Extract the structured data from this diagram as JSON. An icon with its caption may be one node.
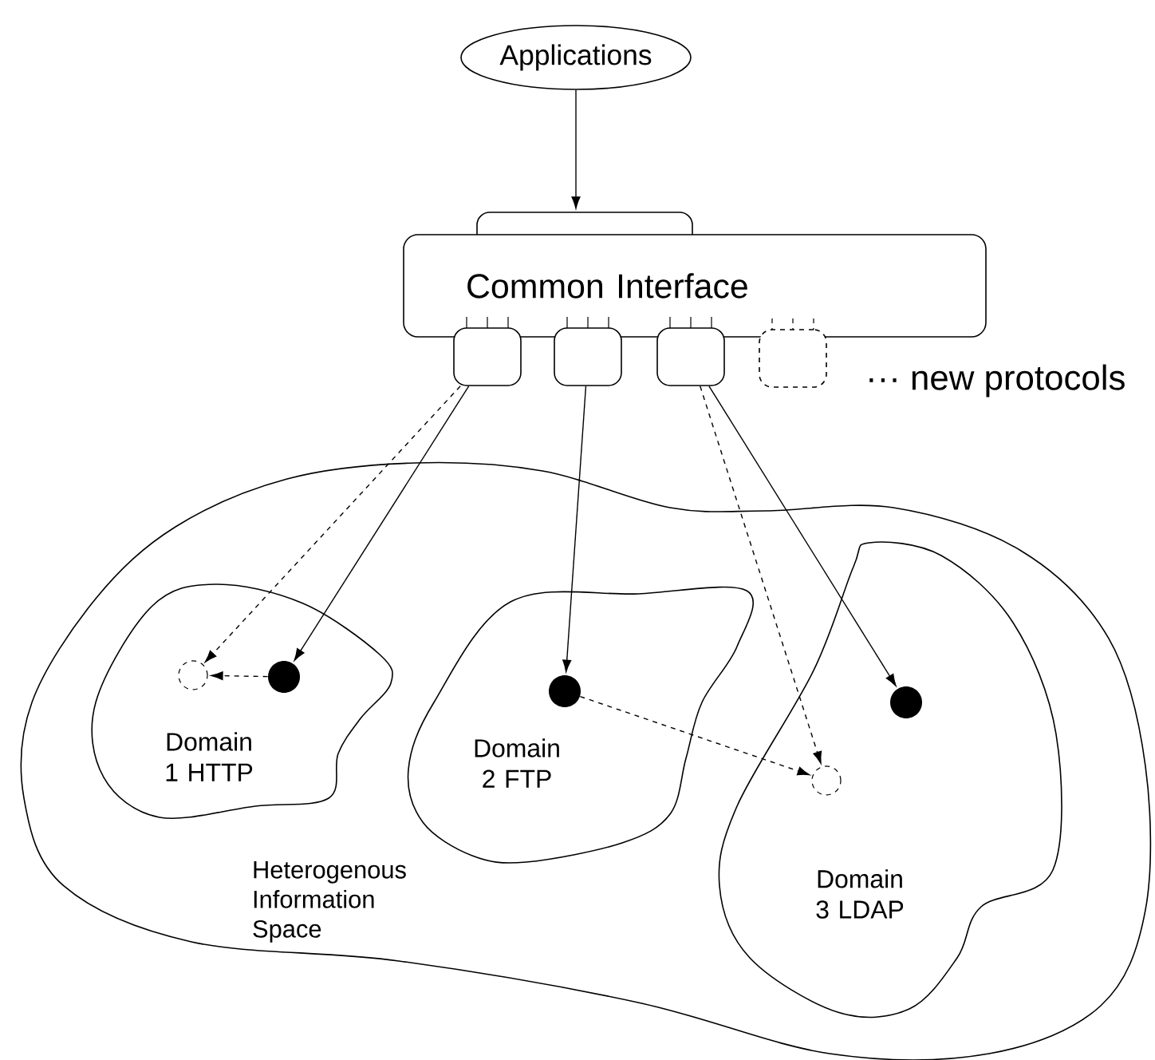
{
  "diagram": {
    "nodes": [
      {
        "text": [
          "Applications"
        ]
      },
      {
        "text": [
          "Common Interface"
        ]
      },
      {
        "text": [],
        "shape": "box"
      },
      {
        "text": [],
        "shape": "box"
      },
      {
        "text": [],
        "shape": "box"
      },
      {
        "text": [],
        "shape": "box",
        "beside": [
          "··· new protocols"
        ]
      },
      {
        "text": [
          "Heterogenous Information Space"
        ]
      },
      {
        "text": [
          "Domain 1 HTTP"
        ],
        "in": 6
      },
      {
        "text": [
          "Domain 2 FTP"
        ],
        "in": 6
      },
      {
        "text": [
          "Domain 3 LDAP"
        ],
        "in": 6
      },
      {
        "text": [],
        "shape": "circle",
        "in": 7
      },
      {
        "text": [],
        "shape": "circle",
        "in": 7
      },
      {
        "text": [],
        "shape": "circle",
        "in": 8
      },
      {
        "text": [],
        "shape": "circle",
        "in": 9
      },
      {
        "text": [],
        "shape": "circle",
        "in": 9
      }
    ],
    "edges": [
      {
        "from": 0,
        "to": 1,
        "arrow": "to"
      },
      {
        "from": 2,
        "to": 10,
        "arrow": "to",
        "style": "dashed"
      },
      {
        "from": 2,
        "to": 11,
        "arrow": "to"
      },
      {
        "from": 11,
        "to": 10,
        "arrow": "to",
        "style": "dashed"
      },
      {
        "from": 3,
        "to": 12,
        "arrow": "to"
      },
      {
        "from": 4,
        "to": 13,
        "arrow": "to",
        "style": "dashed"
      },
      {
        "from": 4,
        "to": 14,
        "arrow": "to"
      },
      {
        "from": 12,
        "to": 13,
        "arrow": "to",
        "style": "dashed"
      }
    ]
  }
}
